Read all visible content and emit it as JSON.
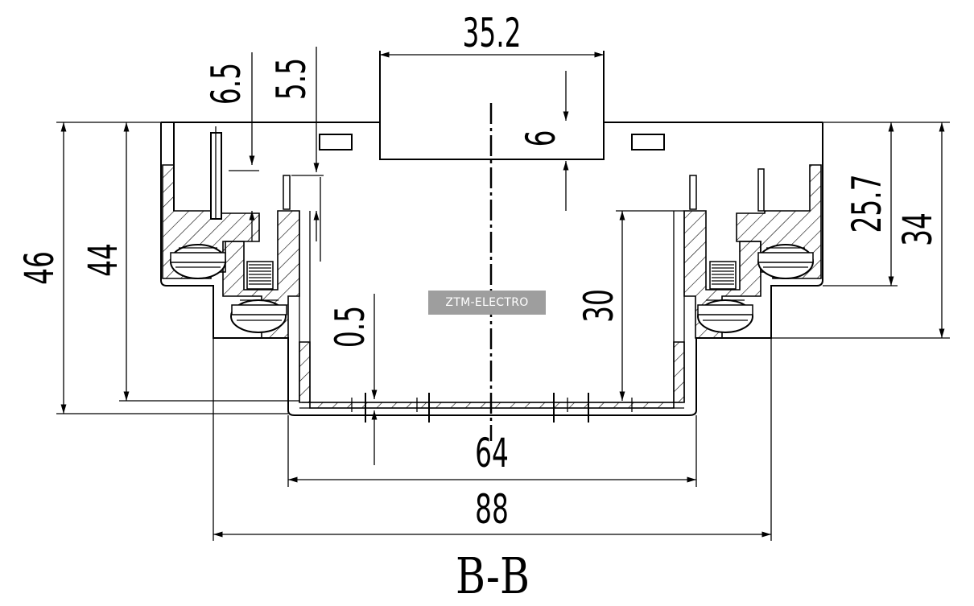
{
  "drawing": {
    "section_label": "B-B",
    "watermark": "ZTM-ELECTRO",
    "dimensions": {
      "width_top": "35.2",
      "height_46": "46",
      "height_44": "44",
      "dim_6_5": "6.5",
      "dim_5_5": "5.5",
      "dim_6": "6",
      "dim_0_5": "0.5",
      "dim_30": "30",
      "dim_25_7": "25.7",
      "dim_34": "34",
      "width_64": "64",
      "width_88": "88"
    }
  }
}
